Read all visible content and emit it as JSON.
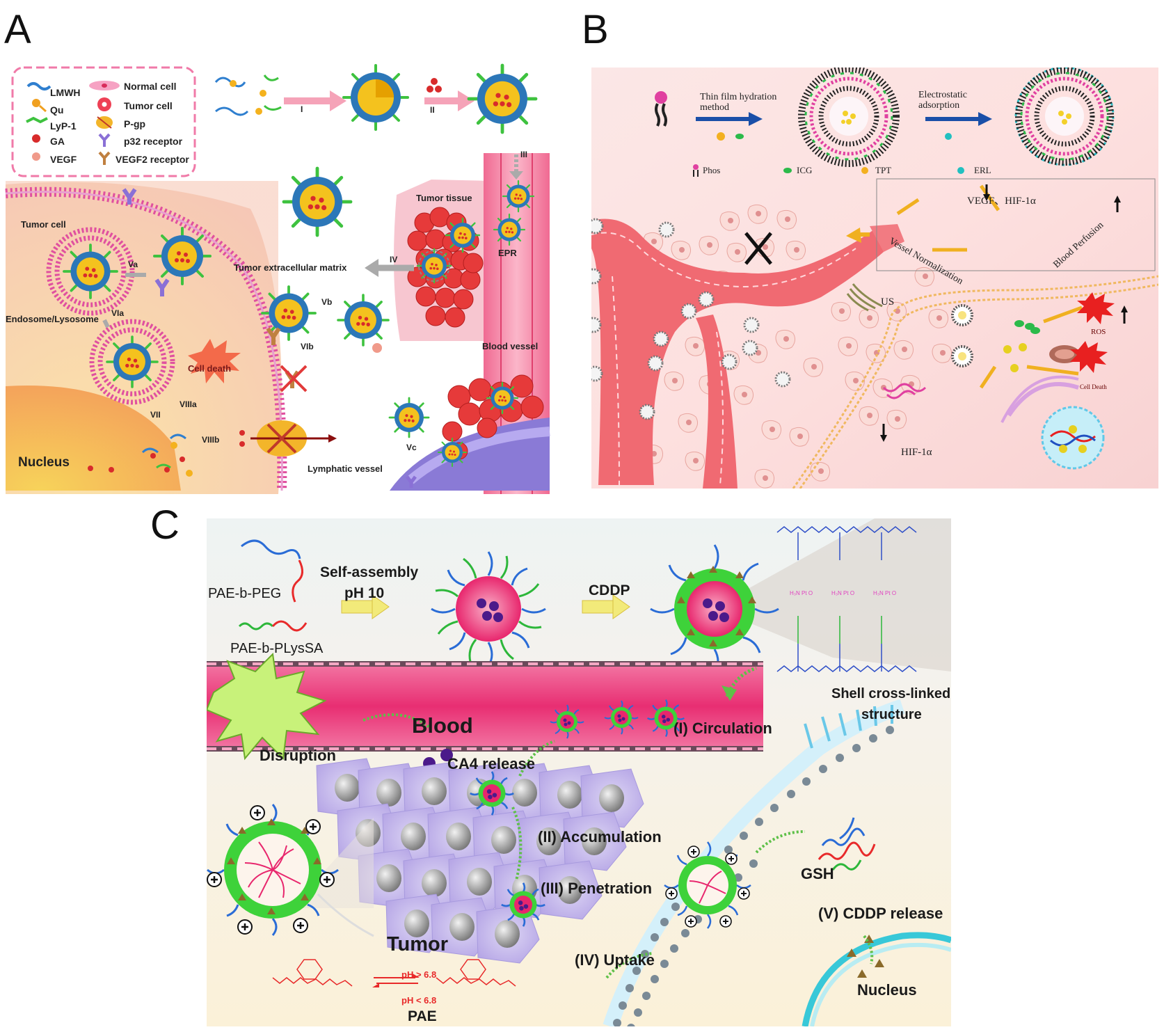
{
  "panels": {
    "a": {
      "letter": "A",
      "legend": [
        {
          "label": "LMWH",
          "icon": "lmwh-icon"
        },
        {
          "label": "Qu",
          "icon": "qu-icon"
        },
        {
          "label": "LyP-1",
          "icon": "lyp1-icon"
        },
        {
          "label": "GA",
          "icon": "ga-icon"
        },
        {
          "label": "VEGF",
          "icon": "vegf-icon"
        },
        {
          "label": "Normal cell",
          "icon": "normal-cell-icon"
        },
        {
          "label": "Tumor cell",
          "icon": "tumor-cell-icon"
        },
        {
          "label": "P-gp",
          "icon": "pgp-icon"
        },
        {
          "label": "p32 receptor",
          "icon": "p32-receptor-icon"
        },
        {
          "label": "VEGF2 receptor",
          "icon": "vegf2-receptor-icon"
        }
      ],
      "steps": {
        "i": "I",
        "ii": "II",
        "iii": "III",
        "iv": "IV",
        "va": "Va",
        "vb": "Vb",
        "vc": "Vc",
        "via": "VIa",
        "vib": "VIb",
        "vii": "VII",
        "viiia": "VIIIa",
        "viiib": "VIIIb"
      },
      "labels": {
        "tumor_tissue": "Tumor tissue",
        "epr": "EPR",
        "blood_vessel": "Blood vessel",
        "tumor_ecm": "Tumor extracellular matrix",
        "tumor_cell": "Tumor cell",
        "endosome": "Endosome/Lysosome",
        "cell_death": "Cell death",
        "nucleus": "Nucleus",
        "lymphatic": "Lymphatic vessel"
      }
    },
    "b": {
      "letter": "B",
      "step1": "Thin film hydration\nmethod",
      "step2": "Electrostatic\nadsorption",
      "legend": [
        {
          "label": "Phos",
          "icon": "phos-icon"
        },
        {
          "label": "ICG",
          "icon": "icg-icon"
        },
        {
          "label": "TPT",
          "icon": "tpt-icon"
        },
        {
          "label": "ERL",
          "icon": "erl-icon"
        }
      ],
      "labels": {
        "vegf_hif": "VEGF、HIF-1α",
        "vessel_norm": "Vessel Normalization",
        "blood_perfusion": "Blood Perfusion",
        "us": "US",
        "ros": "ROS",
        "cell_death": "Cell Death",
        "hif_down": "HIF-1α"
      }
    },
    "c": {
      "letter": "C",
      "labels": {
        "pae_peg": "PAE-b-PEG",
        "pae_plyssa": "PAE-b-PLysSA",
        "self_assembly": "Self-assembly",
        "ph10": "pH 10",
        "cddp": "CDDP",
        "shell1": "Shell cross-linked",
        "shell2": "structure",
        "blood": "Blood",
        "disruption": "Disruption",
        "ca4": "CA4 release",
        "circulation": "(I) Circulation",
        "accumulation": "(II) Accumulation",
        "penetration": "(III) Penetration",
        "uptake": "(IV) Uptake",
        "gsh": "GSH",
        "cddp_release": "(V) CDDP release",
        "nucleus": "Nucleus",
        "tumor": "Tumor",
        "ph_high": "pH > 6.8",
        "ph_low": "pH < 6.8",
        "pae": "PAE"
      }
    }
  },
  "colors": {
    "magenta": "#e0509f",
    "tumor_red": "#e0353b",
    "nanoparticle_blue": "#2c77b8",
    "core_yellow": "#f5c020",
    "shell_green": "#35c23a",
    "micelle_pink": "#e8266d",
    "vessel_pink": "#f05079",
    "tumor_cell_lavender": "#c4b4ea"
  }
}
